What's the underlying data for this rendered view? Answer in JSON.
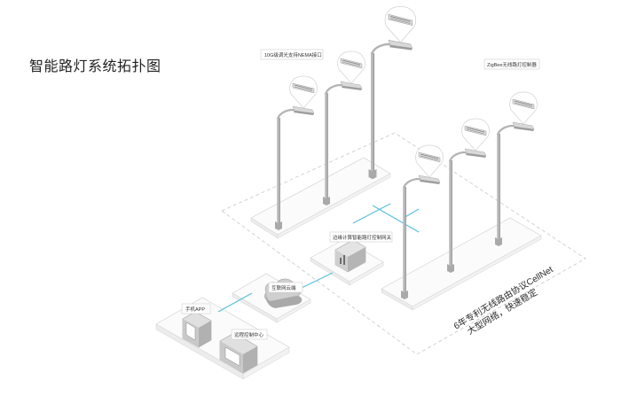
{
  "title": "智能路灯系统拓扑图",
  "labels": {
    "nema": "10G级调光支持NEMA接口",
    "zigbee": "ZigBee无线路灯控制器",
    "gateway": "边缘计算智能路灯控制网关",
    "cloud": "互联网云端",
    "app": "手机APP",
    "center": "远程控制中心"
  },
  "network_text": {
    "line1": "6年专利无线路由协议CellNet",
    "line2": "大型网络，快速稳定"
  },
  "colors": {
    "link": "#5bc0de",
    "pole": "#b9b9b9",
    "pole_dark": "#8f8f8f",
    "dashed": "#c8c8c8"
  }
}
